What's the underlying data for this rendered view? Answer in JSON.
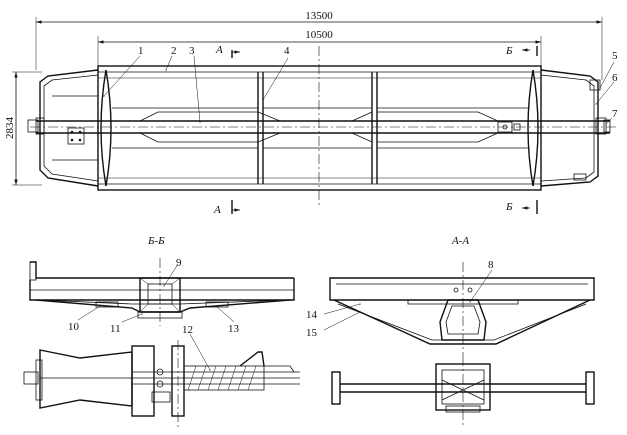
{
  "dimensions": {
    "overall_length": "13500",
    "inner_length": "10500",
    "height": "2834"
  },
  "section_marks": {
    "a": "А",
    "b": "Б"
  },
  "section_titles": {
    "bb": "Б-Б",
    "aa": "А-А"
  },
  "callouts": [
    "1",
    "2",
    "3",
    "4",
    "5",
    "6",
    "7",
    "8",
    "9",
    "10",
    "11",
    "12",
    "13",
    "14",
    "15"
  ],
  "colors": {
    "line": "#111111",
    "background": "#ffffff"
  }
}
